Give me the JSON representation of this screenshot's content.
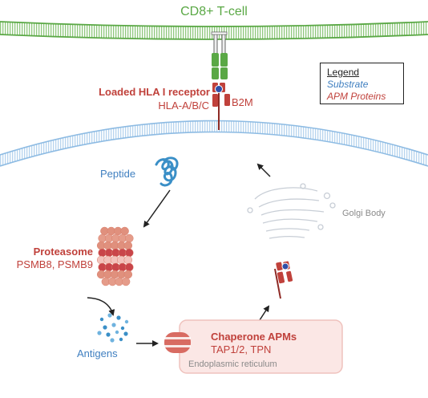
{
  "title": "CD8+ T-cell",
  "receptor": {
    "name": "Loaded HLA I receptor",
    "genes": "HLA-A/B/C",
    "b2m": "B2M"
  },
  "legend": {
    "title": "Legend",
    "substrate": "Substrate",
    "apm": "APM Proteins"
  },
  "peptide": "Peptide",
  "golgi": "Golgi Body",
  "proteasome": {
    "name": "Proteasome",
    "genes": "PSMB8, PSMB9"
  },
  "antigens": "Antigens",
  "chaperone": {
    "name": "Chaperone APMs",
    "genes": "TAP1/2, TPN"
  },
  "er": "Endoplasmic reticulum",
  "colors": {
    "apm_red": "#c0413b",
    "substrate_blue": "#3f7fc0",
    "membrane_green": "#5aa845",
    "membrane_blue": "#a9cbe8",
    "er_fill": "#fbe7e5"
  }
}
